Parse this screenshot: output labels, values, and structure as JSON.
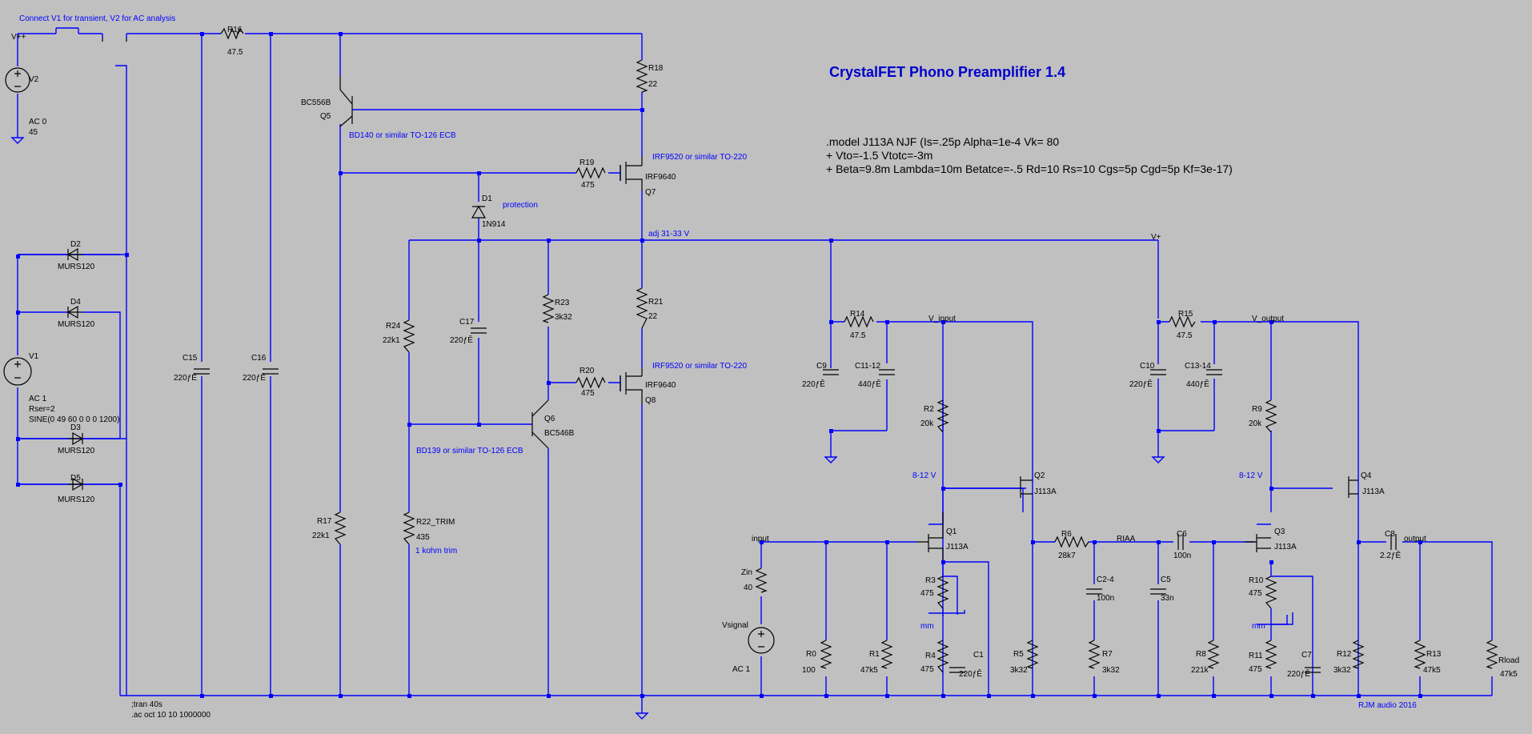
{
  "title": "CrystalFET Phono Preamplifier 1.4",
  "model_lines": [
    ".model J113A NJF (Is=.25p Alpha=1e-4 Vk= 80",
    "+ Vto=-1.5 Vtotc=-3m",
    "+ Beta=9.8m Lambda=10m Betatce=-.5 Rd=10 Rs=10 Cgs=5p Cgd=5p Kf=3e-17)"
  ],
  "notes": {
    "connect": "Connect V1 for transient, V2 for AC analysis",
    "q5_note": "BD140 or similar TO-126 ECB",
    "q7_note": "IRF9520 or similar TO-220",
    "q8_note": "IRF9520 or similar TO-220",
    "q6_note": "BD139 or similar TO-126 ECB",
    "protection": "protection",
    "trim": "1 kohm trim",
    "adj": "adj 31-33 V",
    "v1_812": "8-12 V",
    "v2_812": "8-12 V",
    "mm1": "mm",
    "mm2": "mm",
    "credit": "RJM audio 2016"
  },
  "spice": {
    "tran": ";tran 40s",
    "ac": ".ac oct 10 10 1000000"
  },
  "nets": {
    "vpp": "V++",
    "vplus": "V+",
    "v_input": "V_input",
    "v_output": "V_output",
    "input": "input",
    "output": "output",
    "riaa": "RIAA"
  },
  "sources": {
    "v2": {
      "name": "V2",
      "l1": "AC 0",
      "l2": "45"
    },
    "v1": {
      "name": "V1",
      "l1": "AC 1",
      "l2": "Rser=2",
      "l3": "SINE(0 49 60 0 0 0 1200)"
    },
    "vsignal": {
      "name": "Vsignal",
      "l1": "AC 1"
    }
  },
  "components": {
    "R16": {
      "name": "R16",
      "value": "47.5"
    },
    "R18": {
      "name": "R18",
      "value": "22"
    },
    "Q5": {
      "name": "Q5",
      "value": "BC556B"
    },
    "R19": {
      "name": "R19",
      "value": "475"
    },
    "Q7": {
      "name": "Q7",
      "value": "IRF9640"
    },
    "D1": {
      "name": "D1",
      "value": "1N914"
    },
    "D2": {
      "name": "D2",
      "value": "MURS120"
    },
    "D4": {
      "name": "D4",
      "value": "MURS120"
    },
    "D3": {
      "name": "D3",
      "value": "MURS120"
    },
    "D5": {
      "name": "D5",
      "value": "MURS120"
    },
    "C15": {
      "name": "C15",
      "value": "220ƒÊ"
    },
    "C16": {
      "name": "C16",
      "value": "220ƒÊ"
    },
    "R24": {
      "name": "R24",
      "value": "22k1"
    },
    "C17": {
      "name": "C17",
      "value": "220ƒÊ"
    },
    "R23": {
      "name": "R23",
      "value": "3k32"
    },
    "R21": {
      "name": "R21",
      "value": "22"
    },
    "R20": {
      "name": "R20",
      "value": "475"
    },
    "Q8": {
      "name": "Q8",
      "value": "IRF9640"
    },
    "Q6": {
      "name": "Q6",
      "value": "BC546B"
    },
    "R17": {
      "name": "R17",
      "value": "22k1"
    },
    "R22": {
      "name": "R22_TRIM",
      "value": "435"
    },
    "R14": {
      "name": "R14",
      "value": "47.5"
    },
    "C9": {
      "name": "C9",
      "value": "220ƒÊ"
    },
    "C11": {
      "name": "C11-12",
      "value": "440ƒÊ"
    },
    "R2": {
      "name": "R2",
      "value": "20k"
    },
    "Q2": {
      "name": "Q2",
      "value": "J113A"
    },
    "Q1": {
      "name": "Q1",
      "value": "J113A"
    },
    "Zin": {
      "name": "Zin",
      "value": "40"
    },
    "R3": {
      "name": "R3",
      "value": "475"
    },
    "R4": {
      "name": "R4",
      "value": "475"
    },
    "C1": {
      "name": "C1",
      "value": "220ƒÊ"
    },
    "R0": {
      "name": "R0",
      "value": "100"
    },
    "R1": {
      "name": "R1",
      "value": "47k5"
    },
    "R5": {
      "name": "R5",
      "value": "3k32"
    },
    "R6": {
      "name": "R6",
      "value": "28k7"
    },
    "C2": {
      "name": "C2-4",
      "value": "100n"
    },
    "R7": {
      "name": "R7",
      "value": "3k32"
    },
    "C5": {
      "name": "C5",
      "value": "33n"
    },
    "C6": {
      "name": "C6",
      "value": "100n"
    },
    "R8": {
      "name": "R8",
      "value": "221k"
    },
    "R15": {
      "name": "R15",
      "value": "47.5"
    },
    "C10": {
      "name": "C10",
      "value": "220ƒÊ"
    },
    "C13": {
      "name": "C13-14",
      "value": "440ƒÊ"
    },
    "R9": {
      "name": "R9",
      "value": "20k"
    },
    "Q4": {
      "name": "Q4",
      "value": "J113A"
    },
    "Q3": {
      "name": "Q3",
      "value": "J113A"
    },
    "R10": {
      "name": "R10",
      "value": "475"
    },
    "R11": {
      "name": "R11",
      "value": "475"
    },
    "C7": {
      "name": "C7",
      "value": "220ƒÊ"
    },
    "R12": {
      "name": "R12",
      "value": "3k32"
    },
    "C8": {
      "name": "C8",
      "value": "2.2ƒÊ"
    },
    "R13": {
      "name": "R13",
      "value": "47k5"
    },
    "Rload": {
      "name": "Rload",
      "value": "47k5"
    }
  }
}
